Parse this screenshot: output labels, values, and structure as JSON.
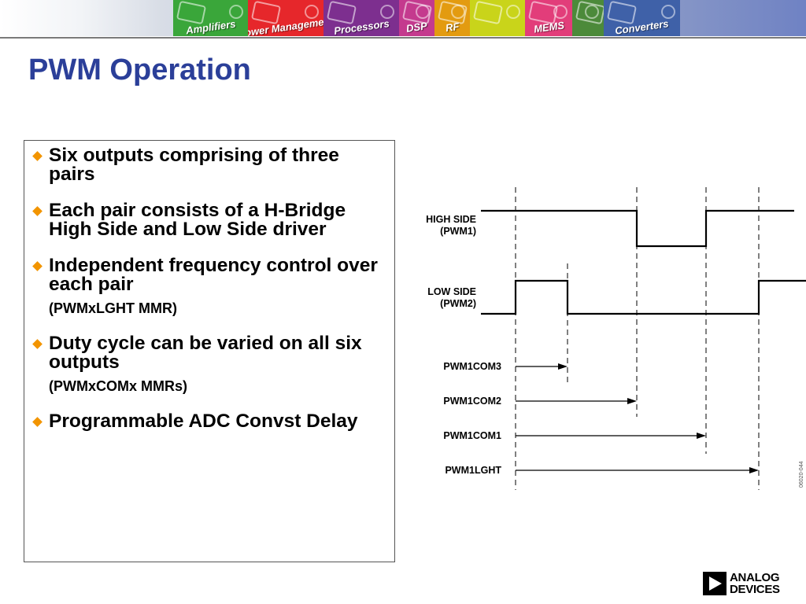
{
  "banner": {
    "tiles": [
      {
        "label": "Amplifiers",
        "color": "#3aa63a"
      },
      {
        "label": "Power Management",
        "color": "#e6272b"
      },
      {
        "label": "Processors",
        "color": "#7d2f8f"
      },
      {
        "label": "DSP",
        "color": "#c43a8e"
      },
      {
        "label": "RF",
        "color": "#e39b10"
      },
      {
        "label": "",
        "color": "#c9d41a"
      },
      {
        "label": "MEMS",
        "color": "#e23d7a"
      },
      {
        "label": "",
        "color": "#4c8a3a"
      },
      {
        "label": "Converters",
        "color": "#3f61a8"
      }
    ]
  },
  "slide": {
    "title": "PWM Operation",
    "bullets": [
      {
        "text": "Six outputs comprising of three pairs",
        "sub": ""
      },
      {
        "text": "Each pair consists of a H-Bridge High Side and Low Side driver",
        "sub": ""
      },
      {
        "text": "Independent frequency control over each pair",
        "sub": "(PWMxLGHT MMR)"
      },
      {
        "text": "Duty cycle can be varied on all six outputs",
        "sub": "(PWMxCOMx MMRs)"
      },
      {
        "text": "Programmable ADC Convst Delay",
        "sub": ""
      }
    ]
  },
  "diagram": {
    "high_side_label": "HIGH SIDE",
    "high_side_sub": "(PWM1)",
    "low_side_label": "LOW SIDE",
    "low_side_sub": "(PWM2)",
    "arrow_labels": [
      "PWM1COM3",
      "PWM1COM2",
      "PWM1COM1",
      "PWM1LGHT"
    ],
    "side_code": "06020-044"
  },
  "logo": {
    "line1": "ANALOG",
    "line2": "DEVICES"
  }
}
